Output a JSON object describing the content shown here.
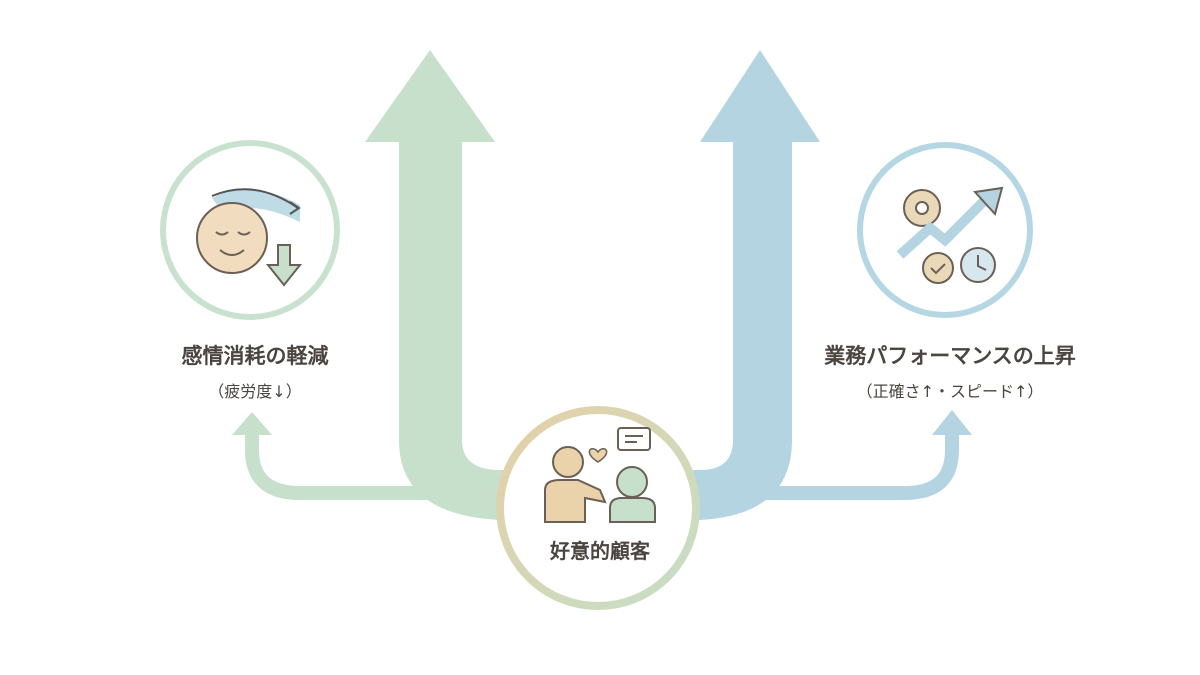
{
  "left": {
    "title": "感情消耗の軽減",
    "subtitle": "（疲労度↓）"
  },
  "right": {
    "title": "業務パフォーマンスの上昇",
    "subtitle": "（正確さ↑・スピード↑）"
  },
  "center": {
    "title": "好意的顧客"
  },
  "colors": {
    "green": "#c6e0cb",
    "blue": "#b4d4e2",
    "tan": "#e2cfa8",
    "text": "#4a4540"
  }
}
